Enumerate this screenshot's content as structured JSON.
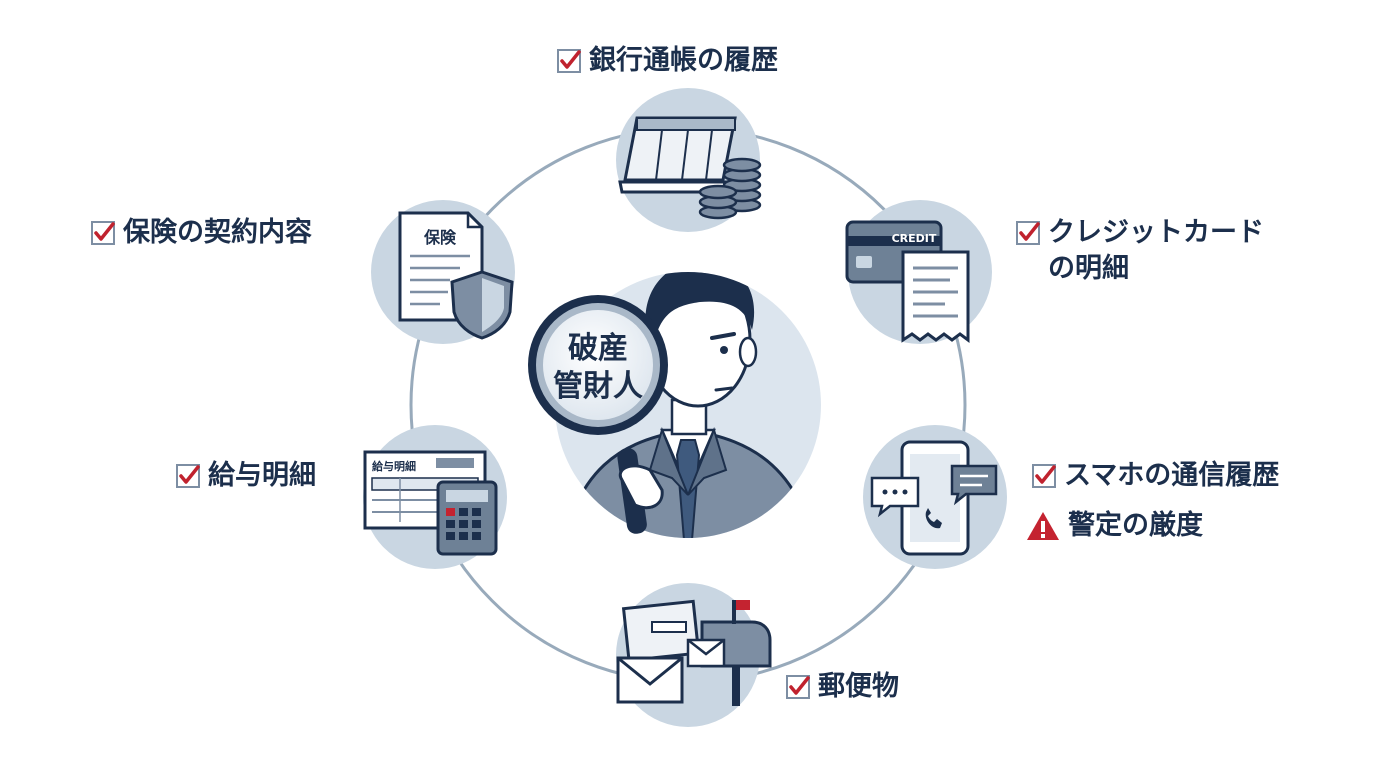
{
  "center": {
    "magnifier_line1": "破産",
    "magnifier_line2": "管財人"
  },
  "items": {
    "bank": {
      "label": "銀行通帳の履歴",
      "icon": "bank-passbook-coins-icon"
    },
    "credit": {
      "label_line1": "クレジットカード",
      "label_line2": "の明細",
      "icon_text": "CREDIT",
      "icon": "credit-card-receipt-icon"
    },
    "phone": {
      "label": "スマホの通信履歴",
      "icon": "smartphone-chat-icon"
    },
    "warning": {
      "label": "警定の厳度",
      "icon": "warning-triangle-icon"
    },
    "mail": {
      "label": "郵便物",
      "icon": "mail-envelopes-mailbox-icon"
    },
    "salary": {
      "label": "給与明細",
      "icon_text": "給与明細",
      "icon": "payslip-calculator-icon"
    },
    "insurance": {
      "label": "保険の契約内容",
      "icon_text": "保険",
      "icon": "insurance-document-shield-icon"
    }
  },
  "colors": {
    "navy": "#1c2f4c",
    "check_red": "#c0222e",
    "circle_fill": "#c9d6e2",
    "ring": "#98aabb",
    "warning_red": "#c42330"
  }
}
